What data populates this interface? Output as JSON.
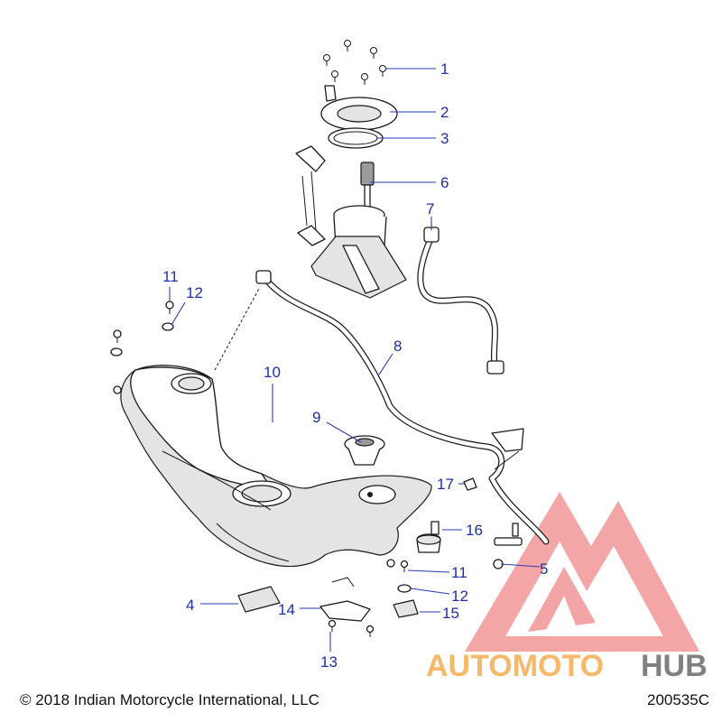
{
  "diagram": {
    "callouts": {
      "c1": "1",
      "c2": "2",
      "c3": "3",
      "c4": "4",
      "c5": "5",
      "c6": "6",
      "c7": "7",
      "c8": "8",
      "c9": "9",
      "c10": "10",
      "c11a": "11",
      "c11b": "11",
      "c12a": "12",
      "c12b": "12",
      "c13": "13",
      "c14": "14",
      "c15": "15",
      "c16": "16",
      "c17": "17"
    },
    "colors": {
      "callout_text": "#1e2fa8",
      "watermark_red": "#e8484b",
      "watermark_orange": "#f4b259",
      "watermark_gray": "#5a5a5a"
    }
  },
  "watermark": {
    "brand_orange": "AUTOMOTO",
    "brand_gray": "HUB",
    "shape": "triangle-logo"
  },
  "footer": {
    "copyright": "© 2018 Indian Motorcycle International, LLC",
    "code": "200535C"
  }
}
